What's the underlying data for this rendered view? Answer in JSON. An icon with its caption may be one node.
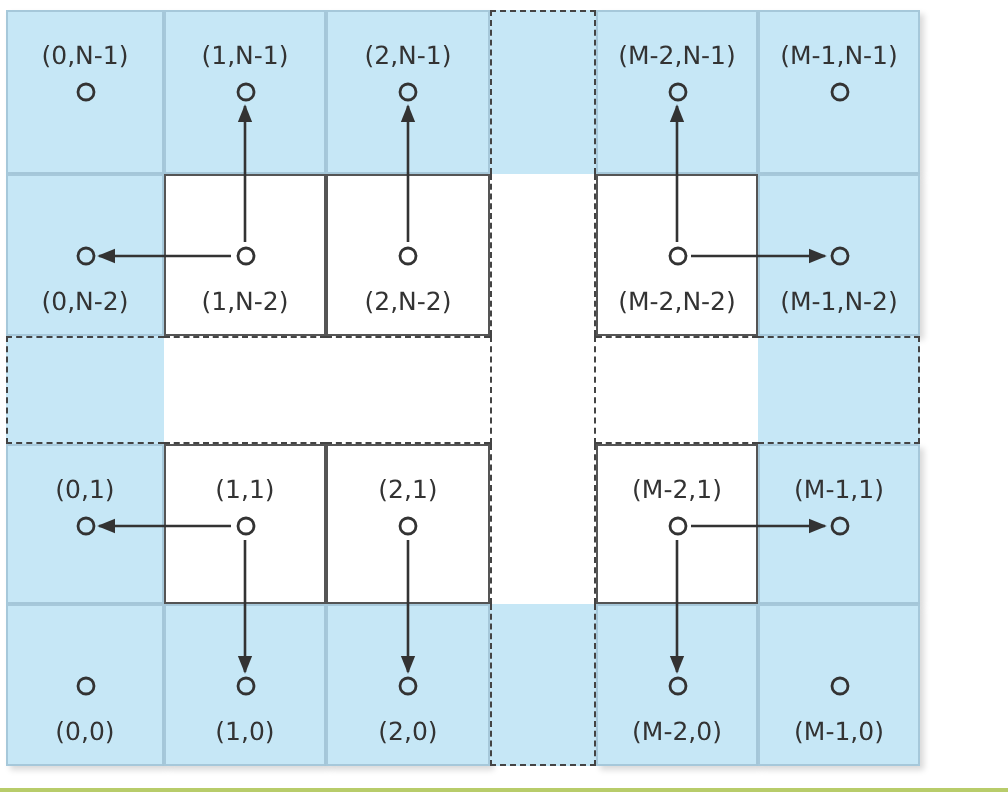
{
  "diagram": {
    "nodes": [
      {
        "text": [
          "(0,N-1)"
        ]
      },
      {
        "text": [
          "(1,N-1)"
        ]
      },
      {
        "text": [
          "(2,N-1)"
        ]
      },
      {
        "text": [],
        "shape": "box"
      },
      {
        "text": [
          "(M-2,N-1)"
        ]
      },
      {
        "text": [
          "(M-1,N-1)"
        ]
      },
      {
        "text": [
          "(0,N-2)"
        ]
      },
      {
        "text": [
          "(1,N-2)"
        ]
      },
      {
        "text": [
          "(2,N-2)"
        ]
      },
      {
        "text": [],
        "shape": "box"
      },
      {
        "text": [
          "(M-2,N-2)"
        ]
      },
      {
        "text": [
          "(M-1,N-2)"
        ]
      },
      {
        "text": [],
        "shape": "box"
      },
      {
        "text": [],
        "shape": "box"
      },
      {
        "text": [],
        "shape": "box"
      },
      {
        "text": [],
        "shape": "box"
      },
      {
        "text": [],
        "shape": "box"
      },
      {
        "text": [],
        "shape": "box"
      },
      {
        "text": [
          "(0,1)"
        ]
      },
      {
        "text": [
          "(1,1)"
        ]
      },
      {
        "text": [
          "(2,1)"
        ]
      },
      {
        "text": [],
        "shape": "box"
      },
      {
        "text": [
          "(M-2,1)"
        ]
      },
      {
        "text": [
          "(M-1,1)"
        ]
      },
      {
        "text": [
          "(0,0)"
        ]
      },
      {
        "text": [
          "(1,0)"
        ]
      },
      {
        "text": [
          "(2,0)"
        ]
      },
      {
        "text": [],
        "shape": "box"
      },
      {
        "text": [
          "(M-2,0)"
        ]
      },
      {
        "text": [
          "(M-1,0)"
        ]
      }
    ],
    "edges": [
      {
        "from": 7,
        "to": 1,
        "arrow": "to"
      },
      {
        "from": 7,
        "to": 6,
        "arrow": "to"
      },
      {
        "from": 8,
        "to": 2,
        "arrow": "to"
      },
      {
        "from": 10,
        "to": 4,
        "arrow": "to"
      },
      {
        "from": 10,
        "to": 11,
        "arrow": "to"
      },
      {
        "from": 19,
        "to": 18,
        "arrow": "to"
      },
      {
        "from": 19,
        "to": 25,
        "arrow": "to"
      },
      {
        "from": 20,
        "to": 26,
        "arrow": "to"
      },
      {
        "from": 22,
        "to": 23,
        "arrow": "to"
      },
      {
        "from": 22,
        "to": 28,
        "arrow": "to"
      }
    ]
  }
}
